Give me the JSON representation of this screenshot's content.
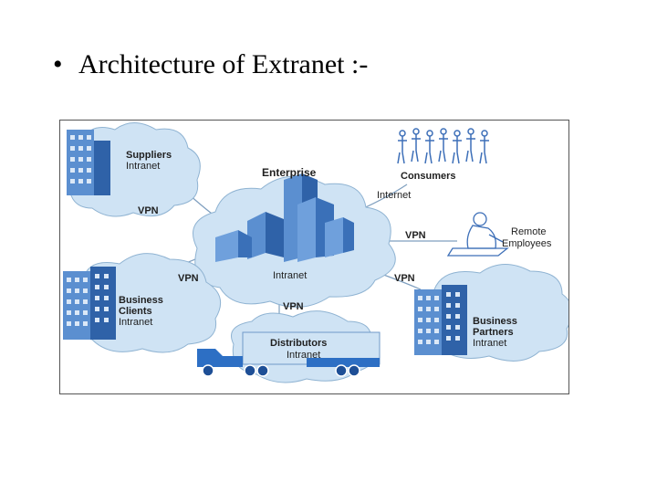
{
  "slide": {
    "bullet": "•",
    "title": "Architecture of Extranet :-"
  },
  "diagram": {
    "enterprise": "Enterprise",
    "enterprise_intranet": "Intranet",
    "internet": "Internet",
    "suppliers": {
      "name": "Suppliers",
      "sub": "Intranet",
      "link": "VPN"
    },
    "consumers": {
      "name": "Consumers"
    },
    "remote": {
      "line1": "Remote",
      "line2": "Employees",
      "link": "VPN"
    },
    "business_clients": {
      "line1": "Business",
      "line2": "Clients",
      "sub": "Intranet",
      "link": "VPN"
    },
    "business_partners": {
      "line1": "Business",
      "line2": "Partners",
      "sub": "Intranet",
      "link": "VPN"
    },
    "distributors": {
      "name": "Distributors",
      "sub": "Intranet",
      "link": "VPN"
    },
    "colors": {
      "cloud": "#cfe3f4",
      "cloud_stroke": "#8fb3d2",
      "building": "#5b8fd0",
      "building_dark": "#2f62a8",
      "window": "#dbe8f7",
      "truck": "#2d6fc4",
      "link_line": "#7f9fbf"
    }
  }
}
